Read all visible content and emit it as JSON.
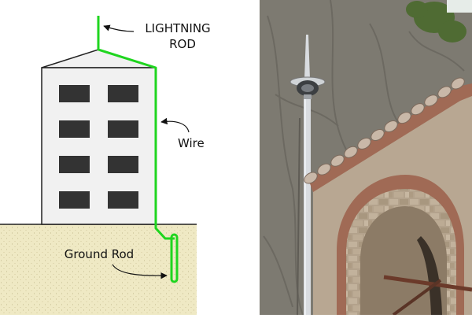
{
  "diagram": {
    "labels": {
      "lightning_rod_line1": "LIGHTNING",
      "lightning_rod_line2": "ROD",
      "wire": "Wire",
      "ground_rod": "Ground Rod"
    },
    "colors": {
      "wire": "#1fd51f",
      "building": "#f1f1f1",
      "window": "#333333",
      "ground": "#efe9c4",
      "outline": "#222222"
    },
    "window_grid": {
      "rows": 4,
      "columns": 2
    }
  },
  "photo": {
    "subject": "lightning-rod-pole-beside-stone-arch-building",
    "colors": {
      "cliff": "#7d7a71",
      "cliff_shadow": "#5f5c55",
      "pole": "#d9dce0",
      "brick": "#a06a55",
      "stone": "#b8a792",
      "roof_tile": "#c9b8a8",
      "foliage": "#4f6b33"
    }
  }
}
